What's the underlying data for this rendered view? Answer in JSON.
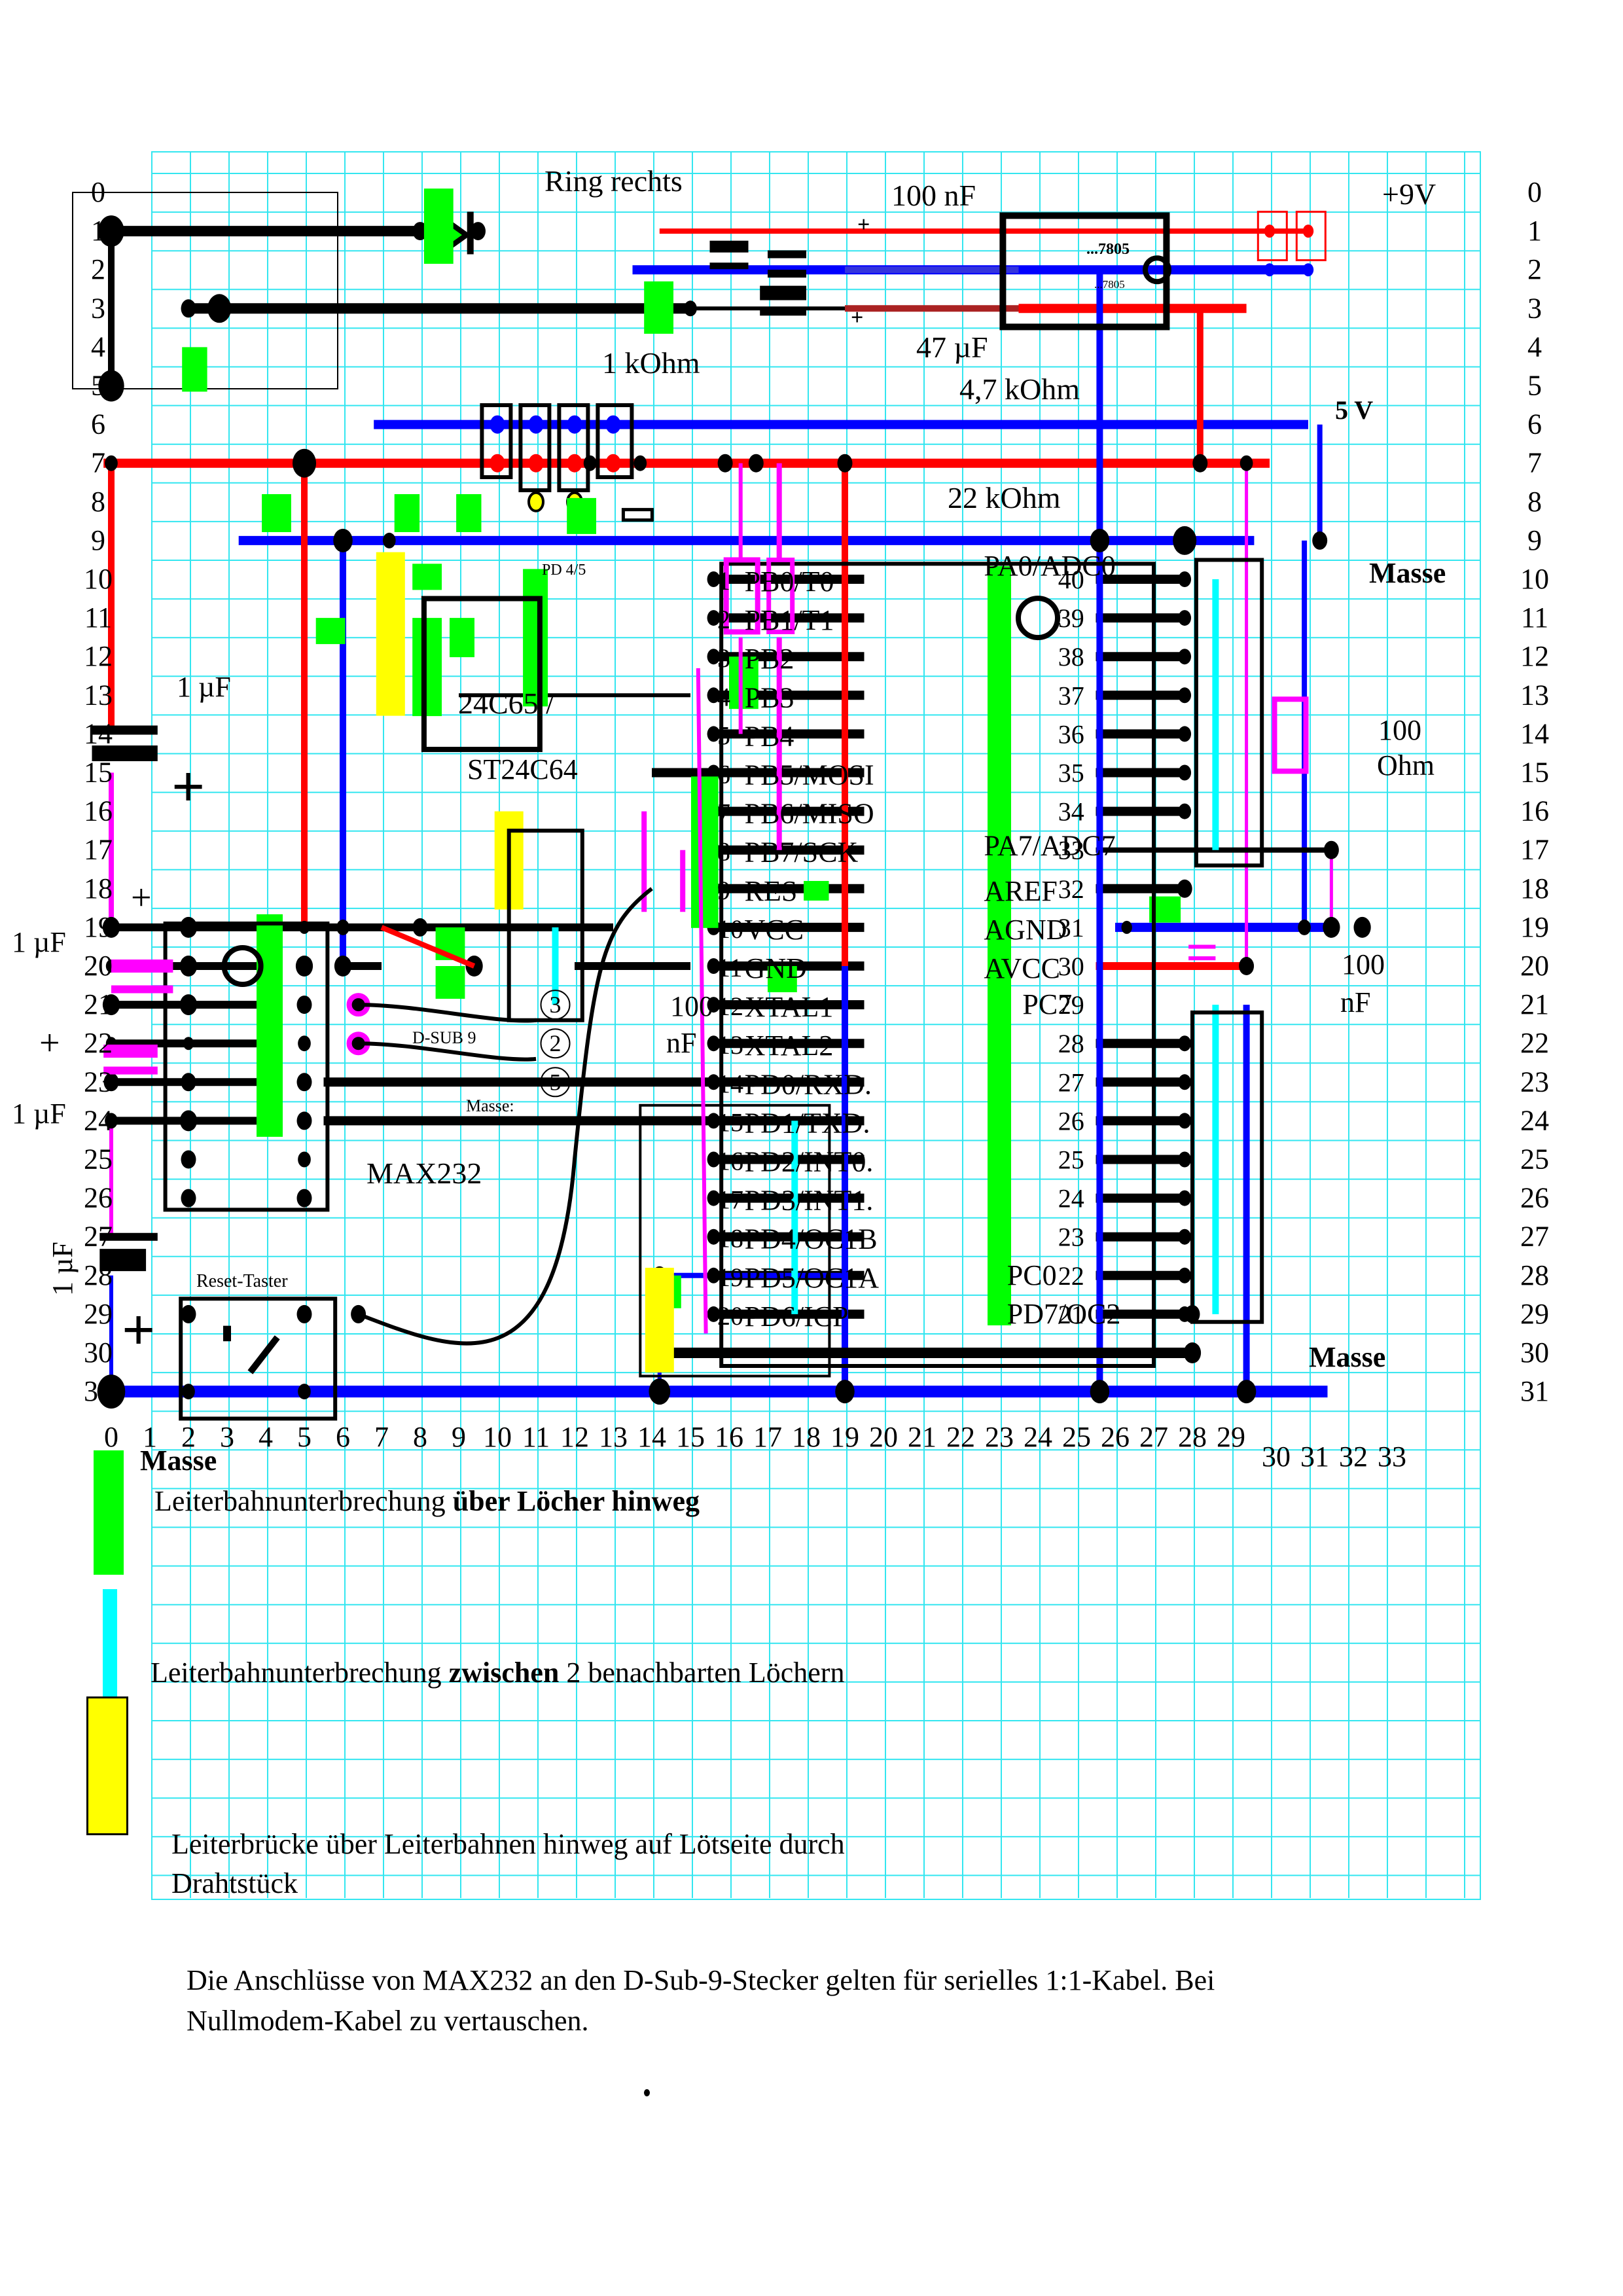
{
  "title": "Lochrasterplatine AVR ATmega + MAX232 + ST24C64",
  "colors": {
    "grid": "#33e6f0",
    "track": "#000000",
    "vcc5": "#ff0000",
    "gnd": "#0000ff",
    "wire": "#ff00ff",
    "cut_over_holes": "#00ff00",
    "cut_between_holes": "#00ffff",
    "bridge": "#ffff00"
  },
  "axes": {
    "row_labels_left": [
      "0",
      "1",
      "2",
      "3",
      "4",
      "5",
      "6",
      "7",
      "8",
      "9",
      "10",
      "11",
      "12",
      "13",
      "14",
      "15",
      "16",
      "17",
      "18",
      "19",
      "20",
      "21",
      "22",
      "23",
      "24",
      "25",
      "26",
      "27",
      "28",
      "29",
      "30",
      "31"
    ],
    "row_labels_right": [
      "0",
      "1",
      "2",
      "3",
      "4",
      "5",
      "6",
      "7",
      "8",
      "9",
      "10",
      "11",
      "12",
      "13",
      "14",
      "15",
      "16",
      "17",
      "18",
      "19",
      "20",
      "21",
      "22",
      "23",
      "24",
      "25",
      "26",
      "27",
      "28",
      "29",
      "30",
      "31"
    ],
    "col_labels_bottom": [
      "0",
      "1",
      "2",
      "3",
      "4",
      "5",
      "6",
      "7",
      "8",
      "9",
      "10",
      "11",
      "12",
      "13",
      "14",
      "15",
      "16",
      "17",
      "18",
      "19",
      "20",
      "21",
      "22",
      "23",
      "24",
      "25",
      "26",
      "27",
      "28",
      "29"
    ],
    "col_labels_bottom_extra": [
      "30",
      "31",
      "32",
      "33"
    ]
  },
  "labels": {
    "ring_rechts": "Ring rechts",
    "c100nf_top": "100 nF",
    "plus9v": "+9V",
    "reg_top": "...7805",
    "reg_bottom": "...7805",
    "c47uf": "47 µF",
    "r1k": "1 kOhm",
    "r4k7": "4,7 kOhm",
    "r22k": "22 kOhm",
    "v5": "5 V",
    "masse_top": "Masse",
    "pd45": "PD 4/5",
    "eeprom_a": "24C65 /",
    "eeprom_b": "ST24C64",
    "c1uf_a": "1 µF",
    "c1uf_b": "1 µF",
    "c1uf_c": "1 µF",
    "c1uf_d": "1 µF",
    "c100nf_mid_a": "100",
    "c100nf_mid_b": "nF",
    "r100_a": "100",
    "r100_b": "Ohm",
    "c100nf_right_a": "100",
    "c100nf_right_b": "nF",
    "dsub": "D-SUB 9",
    "masse_colon": "Masse:",
    "pin3": "3",
    "pin2": "2",
    "pin5": "5",
    "max232": "MAX232",
    "reset": "Reset-Taster",
    "masse_bottom_right": "Masse",
    "masse_bottom_left": "Masse",
    "plus": "+"
  },
  "avr": {
    "left_pins": [
      {
        "num": "1",
        "name": "PB0/T0"
      },
      {
        "num": "2",
        "name": "PB1/T1"
      },
      {
        "num": "3",
        "name": "PB2"
      },
      {
        "num": "4",
        "name": "PB3"
      },
      {
        "num": "5",
        "name": "PB4"
      },
      {
        "num": "6",
        "name": "PB5/MOSI"
      },
      {
        "num": "7",
        "name": "PB6/MISO"
      },
      {
        "num": "8",
        "name": "PB7/SCK"
      },
      {
        "num": "9",
        "name": "RES"
      },
      {
        "num": "10",
        "name": "VCC"
      },
      {
        "num": "11",
        "name": "GND"
      },
      {
        "num": "12",
        "name": "XTAL1"
      },
      {
        "num": "13",
        "name": "XTAL2"
      },
      {
        "num": "14",
        "name": "PD0/RXD."
      },
      {
        "num": "15",
        "name": "PD1/TXD."
      },
      {
        "num": "16",
        "name": "PD2/INT0."
      },
      {
        "num": "17",
        "name": "PD3/INT1."
      },
      {
        "num": "18",
        "name": "PD4/OC1B"
      },
      {
        "num": "19",
        "name": "PD5/OC1A"
      },
      {
        "num": "20",
        "name": "PD6/ICP"
      }
    ],
    "right_pins": [
      "40",
      "39",
      "38",
      "37",
      "36",
      "35",
      "34",
      "33",
      "32",
      "31",
      "30",
      "29",
      "28",
      "27",
      "26",
      "25",
      "24",
      "23",
      "22",
      "21"
    ],
    "right_names": {
      "pa0": "PA0/ADC0",
      "pa7": "PA7/ADC7",
      "aref": "AREF",
      "agnd": "AGND",
      "avcc": "AVCC",
      "pc7": "PC7",
      "pc0": "PC0",
      "pd7": "PD7/OC2"
    }
  },
  "legend": [
    {
      "type": "green",
      "pre": "Leiterbahnunterbrechung ",
      "bold": "über Löcher hinweg",
      "post": ""
    },
    {
      "type": "cyan",
      "pre": "Leiterbahnunterbrechung ",
      "bold": "zwischen",
      "post": " 2 benachbarten Löchern"
    },
    {
      "type": "yellow",
      "line1": "Leiterbrücke über Leiterbahnen hinweg auf Lötseite durch",
      "line2": "Drahtstück"
    }
  ],
  "note": {
    "line1": "Die Anschlüsse von MAX232 an den D-Sub-9-Stecker gelten für serielles 1:1-Kabel. Bei",
    "line2": "Nullmodem-Kabel zu vertauschen."
  }
}
